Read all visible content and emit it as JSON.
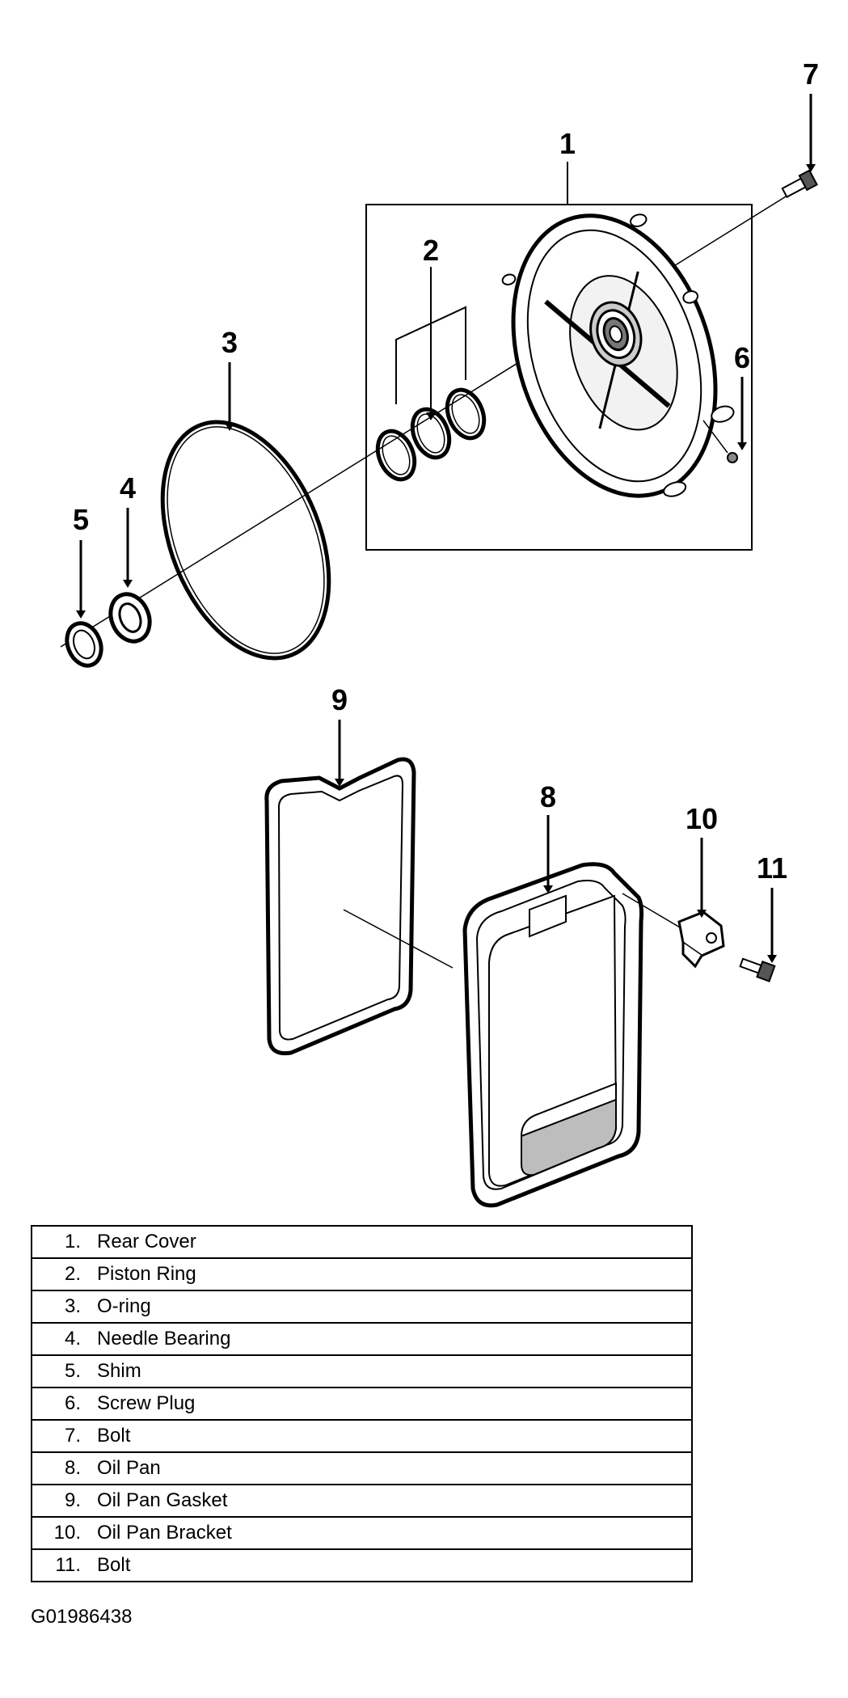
{
  "callouts": [
    {
      "id": "1",
      "label": "1"
    },
    {
      "id": "2",
      "label": "2"
    },
    {
      "id": "3",
      "label": "3"
    },
    {
      "id": "4",
      "label": "4"
    },
    {
      "id": "5",
      "label": "5"
    },
    {
      "id": "6",
      "label": "6"
    },
    {
      "id": "7",
      "label": "7"
    },
    {
      "id": "8",
      "label": "8"
    },
    {
      "id": "9",
      "label": "9"
    },
    {
      "id": "10",
      "label": "10"
    },
    {
      "id": "11",
      "label": "11"
    }
  ],
  "legend": [
    {
      "num": "1.",
      "name": "Rear Cover"
    },
    {
      "num": "2.",
      "name": "Piston Ring"
    },
    {
      "num": "3.",
      "name": "O-ring"
    },
    {
      "num": "4.",
      "name": "Needle Bearing"
    },
    {
      "num": "5.",
      "name": "Shim"
    },
    {
      "num": "6.",
      "name": "Screw Plug"
    },
    {
      "num": "7.",
      "name": "Bolt"
    },
    {
      "num": "8.",
      "name": "Oil Pan"
    },
    {
      "num": "9.",
      "name": "Oil Pan Gasket"
    },
    {
      "num": "10.",
      "name": "Oil Pan Bracket"
    },
    {
      "num": "11.",
      "name": "Bolt"
    }
  ],
  "figure_code": "G01986438",
  "colors": {
    "ink": "#000000",
    "paper": "#ffffff",
    "shade": "#bdbdbd"
  }
}
